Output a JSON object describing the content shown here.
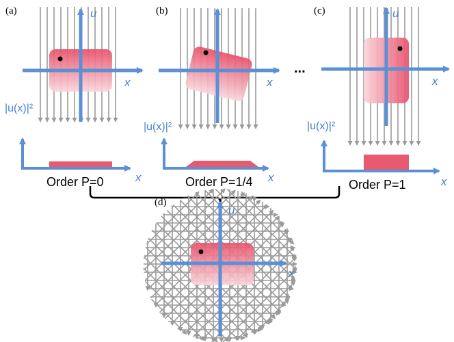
{
  "colors": {
    "axis": "#5b8fd6",
    "ray": "#9a9a9a",
    "rect_light": "#f7c6cf",
    "rect_dark": "#e8506a",
    "profile": "#e85a6e",
    "text": "#000000",
    "axis_label": "#4a7fd0"
  },
  "panels": {
    "a": {
      "tag": "(a)",
      "axis_x": "x",
      "axis_u": "u",
      "profile_label": "|u(x)|²",
      "order": "Order P=0"
    },
    "b": {
      "tag": "(b)",
      "axis_x": "x",
      "profile_label": "|u(x)|²",
      "order": "Order P=1/4"
    },
    "c": {
      "tag": "(c)",
      "axis_x": "x",
      "axis_u": "u",
      "profile_label": "|u(x)|²",
      "order": "Order P=1"
    },
    "d": {
      "tag": "(d)",
      "axis_x": "x",
      "axis_u": "u"
    }
  },
  "ellipsis": "..."
}
